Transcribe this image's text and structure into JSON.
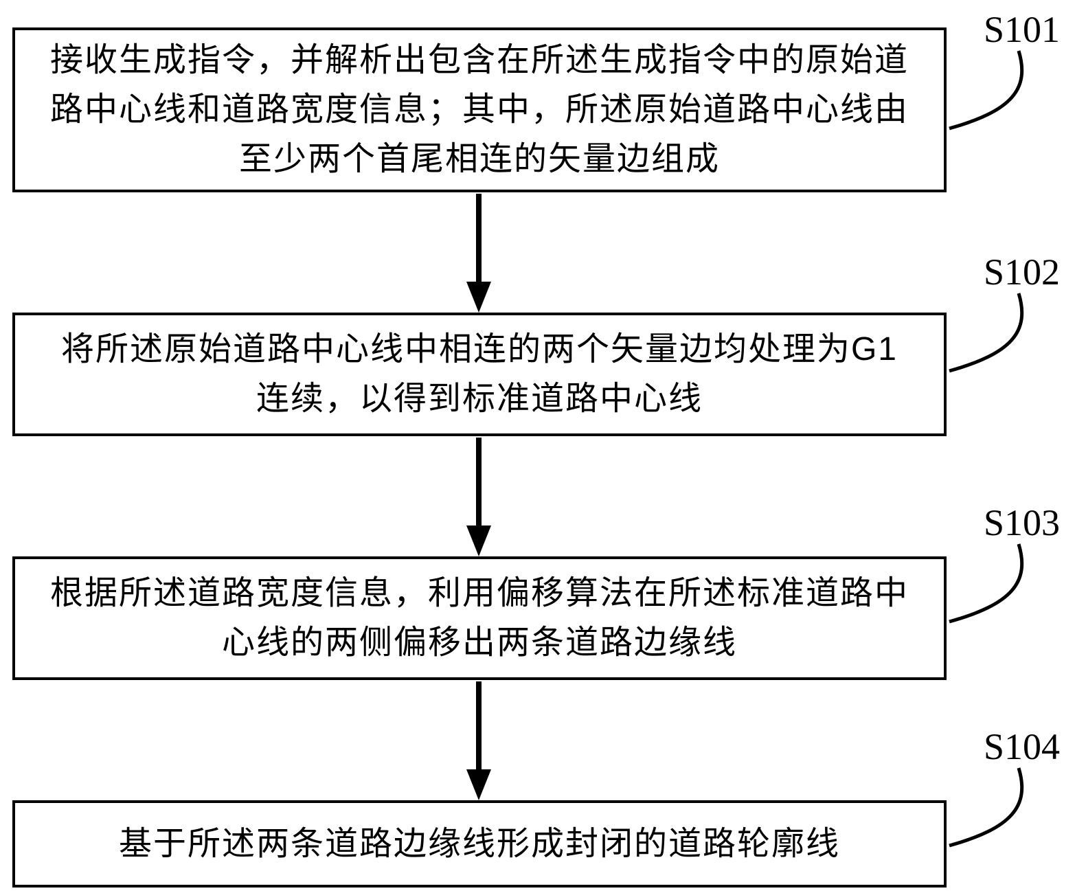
{
  "figure": {
    "type": "flowchart",
    "background_color": "#ffffff",
    "line_color": "#000000",
    "text_color": "#000000"
  },
  "steps": [
    {
      "id": "S101",
      "text": "接收生成指令，并解析出包含在所述生成指令中的原始道路中心线和道路宽度信息；其中，所述原始道路中心线由至少两个首尾相连的矢量边组成"
    },
    {
      "id": "S102",
      "text": "将所述原始道路中心线中相连的两个矢量边均处理为G1连续，以得到标准道路中心线"
    },
    {
      "id": "S103",
      "text": "根据所述道路宽度信息，利用偏移算法在所述标准道路中心线的两侧偏移出两条道路边缘线"
    },
    {
      "id": "S104",
      "text": "基于所述两条道路边缘线形成封闭的道路轮廓线"
    }
  ]
}
